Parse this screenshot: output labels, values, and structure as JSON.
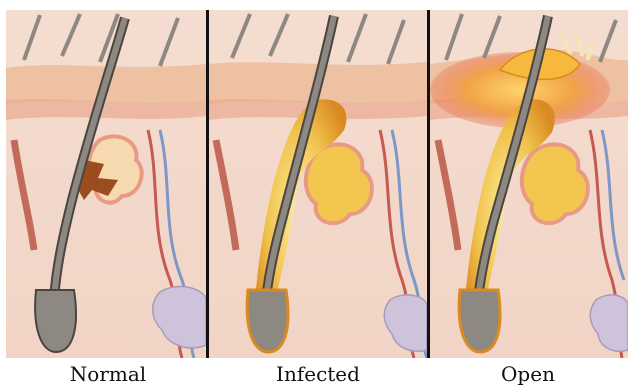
{
  "panels": [
    {
      "caption": "Normal"
    },
    {
      "caption": "Infected"
    },
    {
      "caption": "Open"
    }
  ],
  "colors": {
    "background": "#f7e6dc",
    "epidermis": "#efc1a3",
    "stratum": "#f4d7c6",
    "hair": "#8e8882",
    "hair_outline": "#4b4540",
    "sebaceous": "#f0a774",
    "pus": "#f1c34d",
    "pus_dark": "#d98a21",
    "inflammation": "#e4646a",
    "artery": "#c55a50",
    "vein": "#7f97c6",
    "fat": "#cfc3dc",
    "divider": "#111111"
  }
}
